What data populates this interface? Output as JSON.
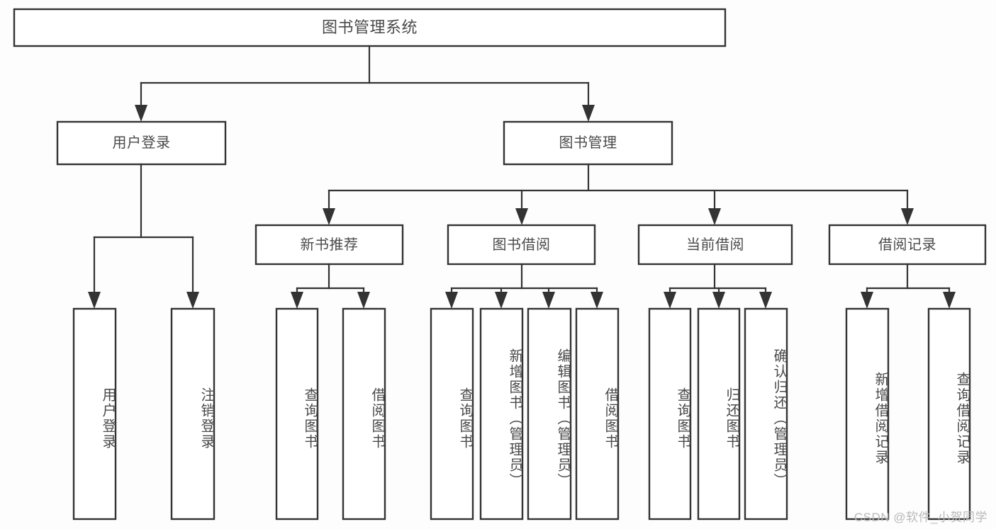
{
  "diagram": {
    "title": "图书管理系统",
    "type": "tree-hierarchy-diagram",
    "watermark": "CSDN @软件_小贺同学",
    "colors": {
      "box_stroke": "#333333",
      "box_fill": "#ffffff",
      "text": "#4a4a4a",
      "connector": "#333333",
      "background": "#fdfdfd",
      "watermark": "#b8b8b8"
    },
    "nodes": {
      "root": {
        "label": "图书管理系统",
        "level": 1
      },
      "l2": [
        {
          "id": "user-login",
          "label": "用户登录",
          "level": 2
        },
        {
          "id": "book-manage",
          "label": "图书管理",
          "level": 2
        }
      ],
      "l3": [
        {
          "id": "new-book-recommend",
          "label": "新书推荐",
          "level": 3
        },
        {
          "id": "book-borrow",
          "label": "图书借阅",
          "level": 3
        },
        {
          "id": "current-borrow",
          "label": "当前借阅",
          "level": 3
        },
        {
          "id": "borrow-record",
          "label": "借阅记录",
          "level": 3
        }
      ],
      "leaves": {
        "user_login": [
          {
            "id": "leaf-user-login",
            "label": "用户登录"
          },
          {
            "id": "leaf-user-logout",
            "label": "注销登录"
          }
        ],
        "new_book_recommend": [
          {
            "id": "leaf-query-book-1",
            "label": "查询图书"
          },
          {
            "id": "leaf-borrow-book-1",
            "label": "借阅图书"
          }
        ],
        "book_borrow": [
          {
            "id": "leaf-query-book-2",
            "label": "查询图书"
          },
          {
            "id": "leaf-add-book",
            "label": "新增图书（管理员）"
          },
          {
            "id": "leaf-edit-book",
            "label": "编辑图书（管理员）"
          },
          {
            "id": "leaf-borrow-book-2",
            "label": "借阅图书"
          }
        ],
        "current_borrow": [
          {
            "id": "leaf-query-book-3",
            "label": "查询图书"
          },
          {
            "id": "leaf-return-book",
            "label": "归还图书"
          },
          {
            "id": "leaf-confirm-return",
            "label": "确认归还（管理员）"
          }
        ],
        "borrow_record": [
          {
            "id": "leaf-add-record",
            "label": "新增借阅记录"
          },
          {
            "id": "leaf-query-record",
            "label": "查询借阅记录"
          }
        ]
      }
    }
  }
}
